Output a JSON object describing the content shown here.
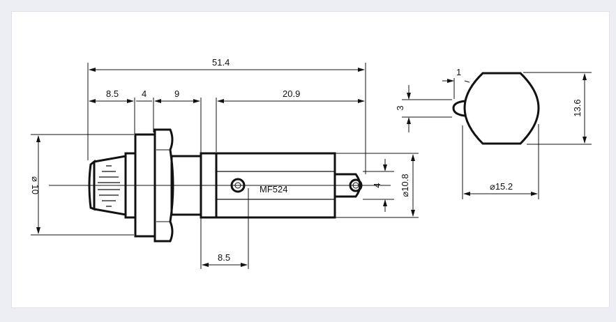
{
  "drawing": {
    "part_label": "MF524",
    "dimensions": {
      "overall_length": "51.4",
      "cap_length": "8.5",
      "flange": "4",
      "nut_section": "9",
      "body_length": "20.9",
      "cap_diameter": "⌀ 10",
      "tab_hole": "4",
      "body_diameter": "⌀10.8",
      "terminal_offset": "8.5",
      "key_width": "1",
      "key_height": "3",
      "end_height": "13.6",
      "end_diameter": "⌀15.2"
    }
  }
}
